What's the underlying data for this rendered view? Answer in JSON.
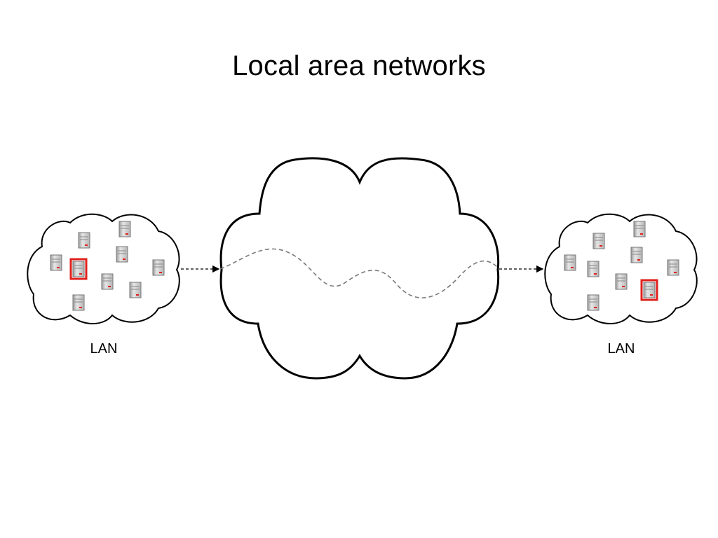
{
  "slide": {
    "title": "Local area networks"
  },
  "diagram": {
    "lan_left": {
      "label": "LAN",
      "server_count": 9,
      "highlighted_server": "server with red frame"
    },
    "lan_right": {
      "label": "LAN",
      "server_count": 9,
      "highlighted_server": "server with red frame"
    },
    "colors": {
      "cloud_stroke": "#000000",
      "highlight": "#e0201c",
      "server_body": "#c8c8c8",
      "server_led": "#e0201c",
      "path_dashed": "#7a7a7a",
      "arrow": "#000000"
    },
    "icons": [
      "cloud-icon",
      "server-icon",
      "arrow-icon"
    ]
  }
}
